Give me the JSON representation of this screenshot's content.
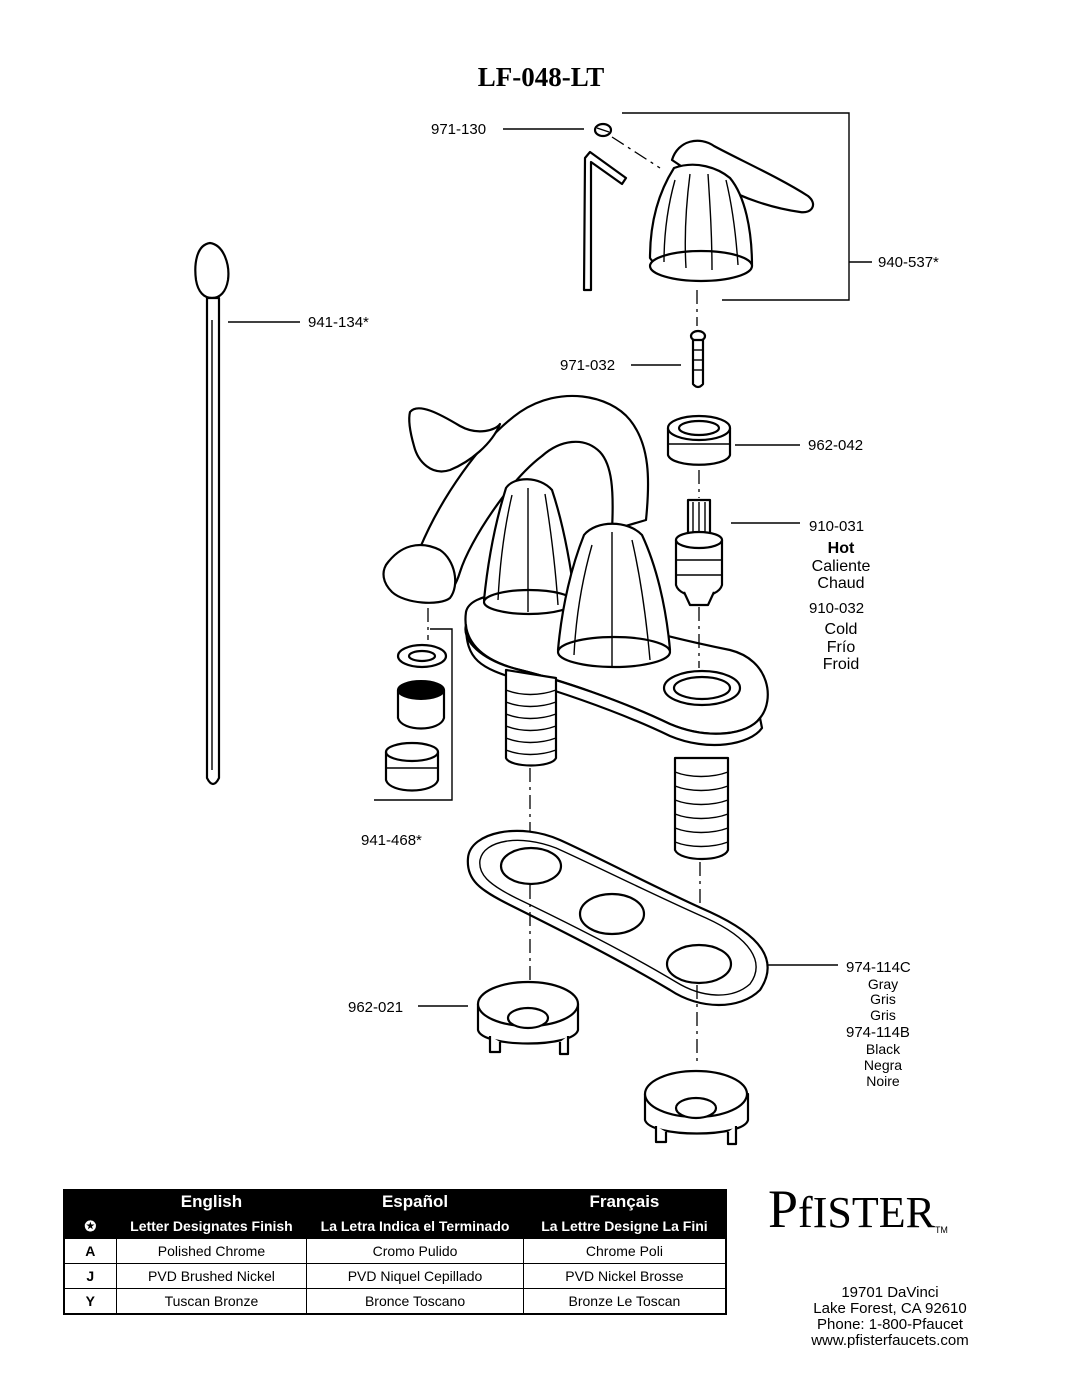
{
  "title": "LF-048-LT",
  "parts": {
    "p971_130": "971-130",
    "p940_537": "940-537*",
    "p941_134": "941-134*",
    "p971_032": "971-032",
    "p962_042": "962-042",
    "p910_031": "910-031",
    "hot": "Hot",
    "caliente": "Caliente",
    "chaud": "Chaud",
    "p910_032": "910-032",
    "cold": "Cold",
    "frio": "Frío",
    "froid": "Froid",
    "p941_468": "941-468*",
    "p962_021": "962-021",
    "p974_114c": "974-114C",
    "gray": "Gray",
    "gris1": "Gris",
    "gris2": "Gris",
    "p974_114b": "974-114B",
    "black": "Black",
    "negra": "Negra",
    "noire": "Noire"
  },
  "finish_table": {
    "lang_headers": [
      "English",
      "Español",
      "Français"
    ],
    "symbol": "✪",
    "subheaders": [
      "Letter Designates Finish",
      "La Letra Indica el Terminado",
      "La Lettre Designe La Fini"
    ],
    "rows": [
      {
        "code": "A",
        "en": "Polished Chrome",
        "es": "Cromo Pulido",
        "fr": "Chrome Poli"
      },
      {
        "code": "J",
        "en": "PVD Brushed Nickel",
        "es": "PVD Niquel Cepillado",
        "fr": "PVD Nickel Brosse"
      },
      {
        "code": "Y",
        "en": "Tuscan Bronze",
        "es": "Bronce Toscano",
        "fr": "Bronze Le Toscan"
      }
    ]
  },
  "brand": {
    "logo_p": "P",
    "logo_rest": "fISTER",
    "tm": "TM",
    "address1": "19701 DaVinci",
    "address2": "Lake Forest, CA 92610",
    "phone": "Phone: 1-800-Pfaucet",
    "web": "www.pfisterfaucets.com"
  }
}
